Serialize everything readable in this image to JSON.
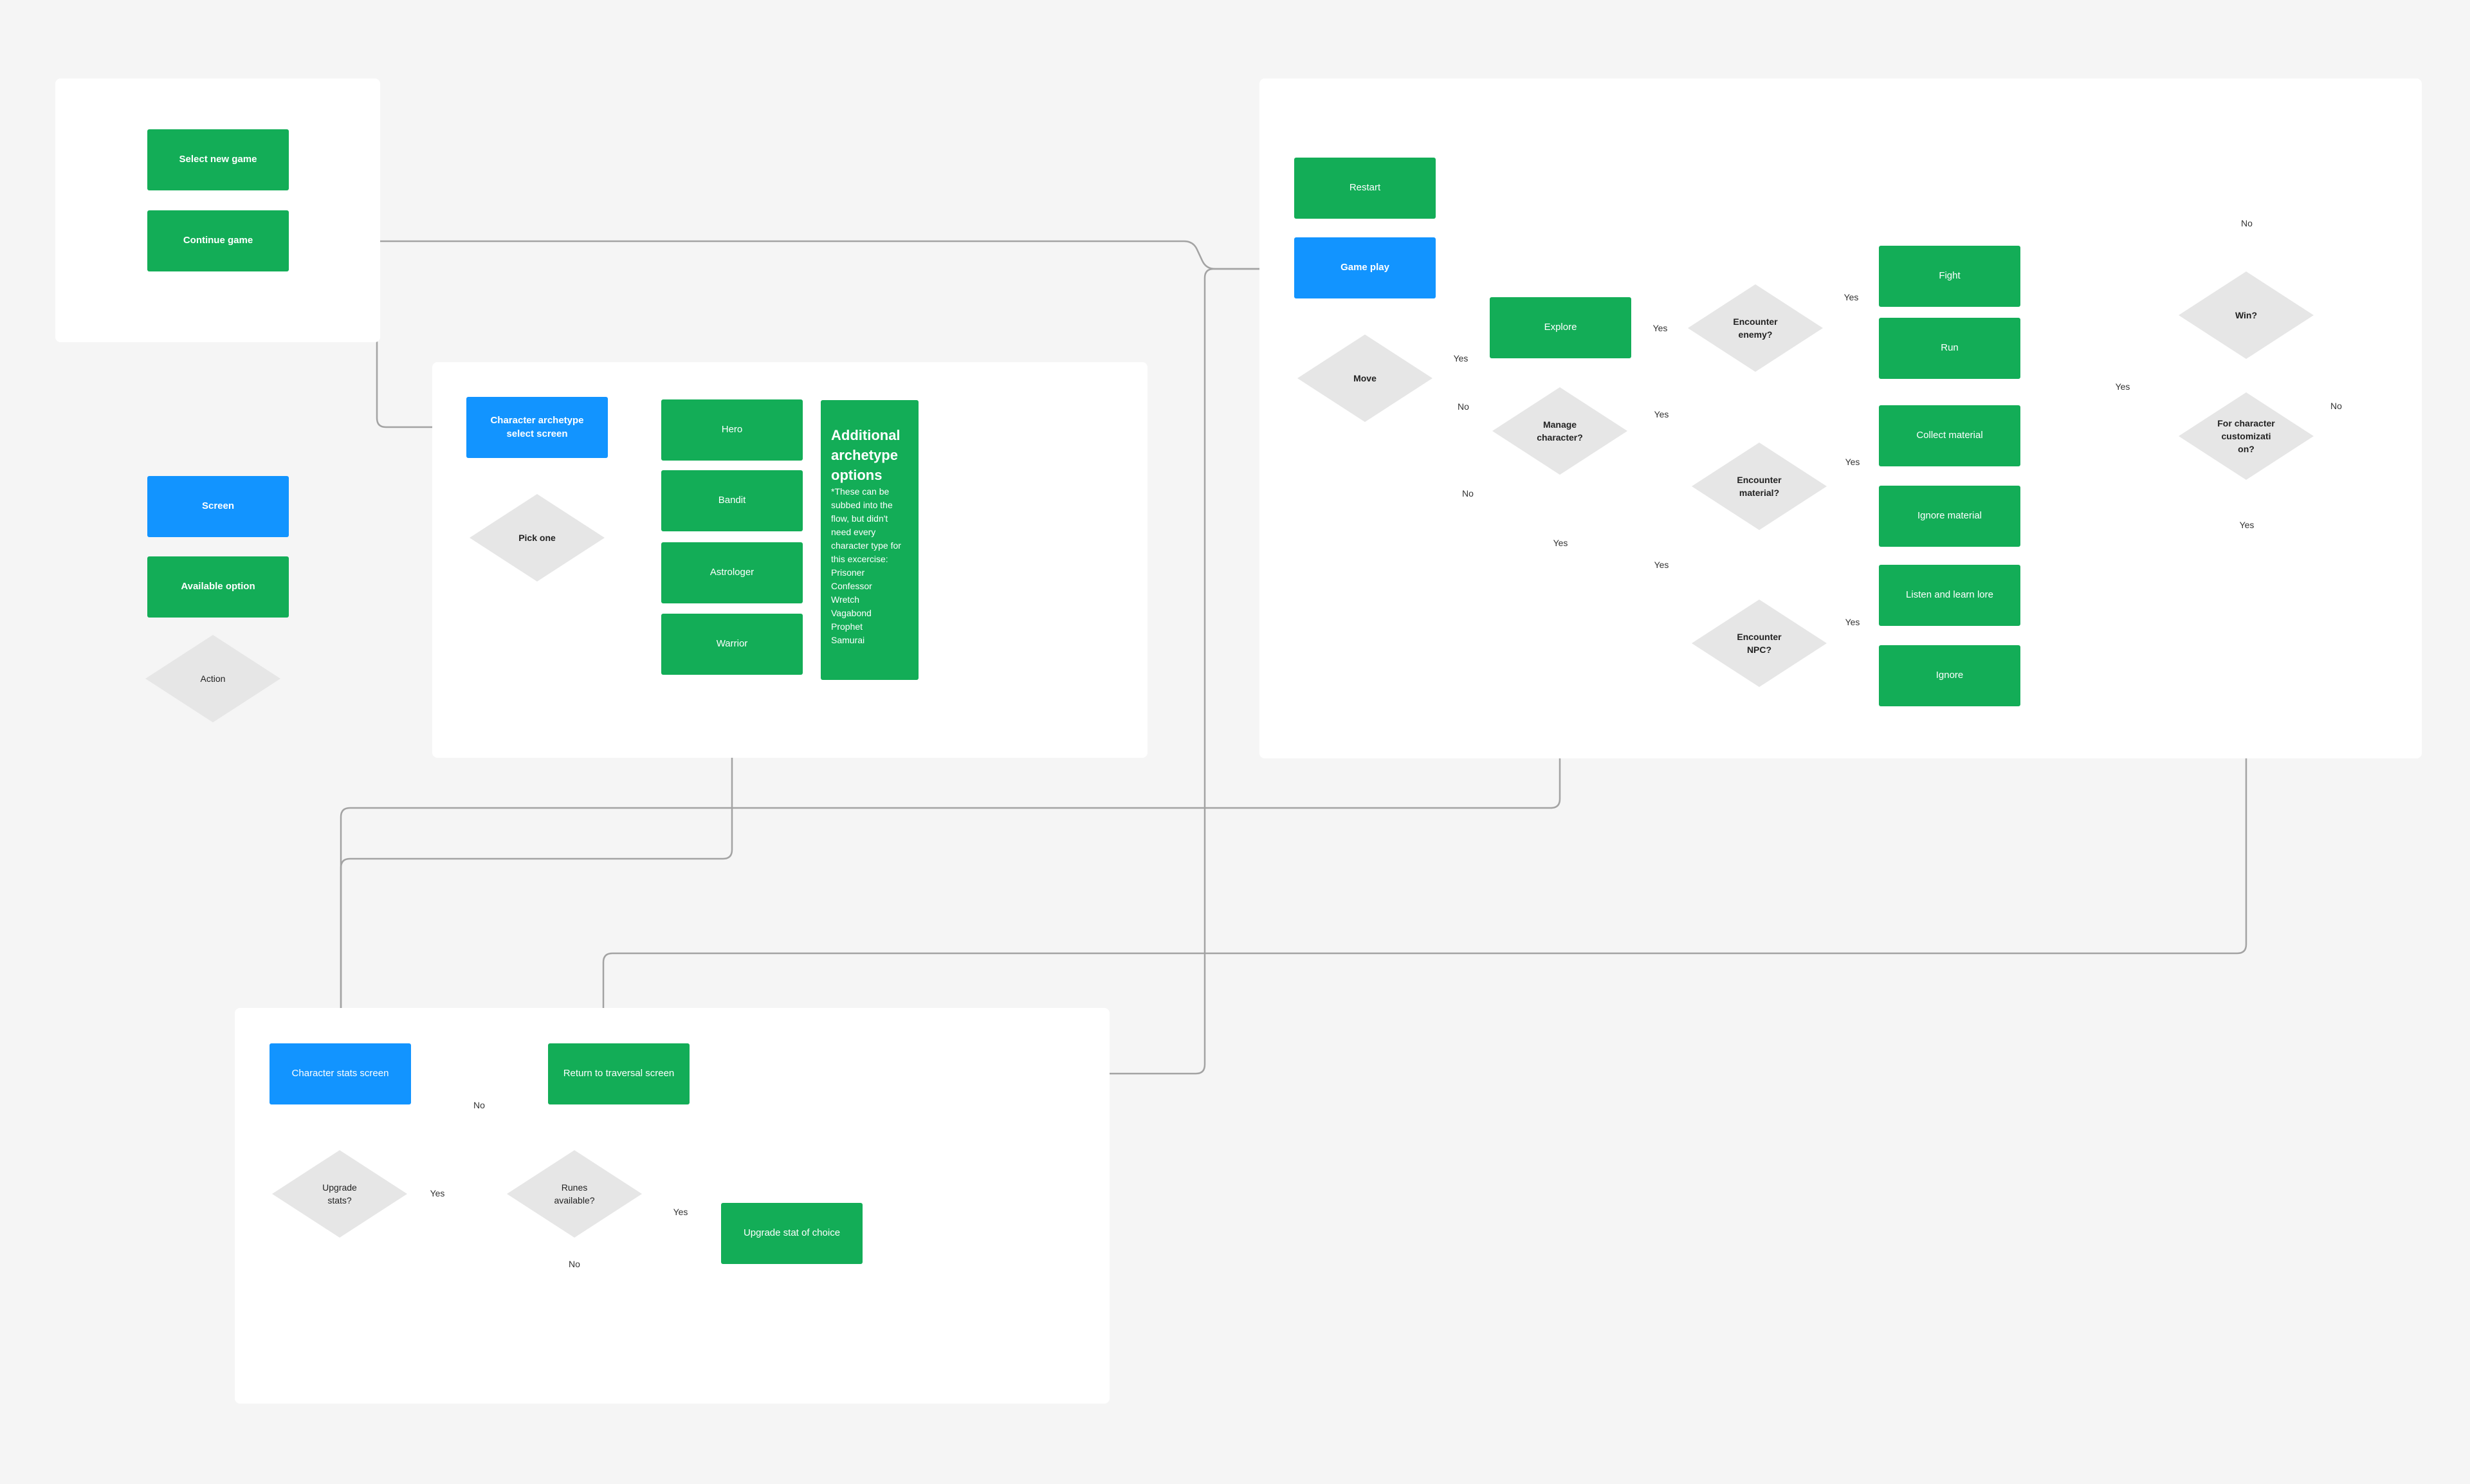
{
  "nodes": {
    "select_new_game": {
      "label": "Select new game",
      "type": "option"
    },
    "continue_game": {
      "label": "Continue game",
      "type": "option"
    },
    "character_archetype_select": {
      "label": "Character archetype select screen",
      "type": "screen"
    },
    "pick_one": {
      "label": "Pick one",
      "type": "action"
    },
    "hero": {
      "label": "Hero",
      "type": "option"
    },
    "bandit": {
      "label": "Bandit",
      "type": "option"
    },
    "astrologer": {
      "label": "Astrologer",
      "type": "option"
    },
    "warrior": {
      "label": "Warrior",
      "type": "option"
    },
    "restart": {
      "label": "Restart",
      "type": "option"
    },
    "game_play": {
      "label": "Game play",
      "type": "screen"
    },
    "move": {
      "label": "Move",
      "type": "action"
    },
    "explore": {
      "label": "Explore",
      "type": "option"
    },
    "manage_character": {
      "label": "Manage character?",
      "type": "action"
    },
    "encounter_enemy": {
      "label": "Encounter enemy?",
      "type": "action"
    },
    "encounter_material": {
      "label": "Encounter material?",
      "type": "action"
    },
    "encounter_npc": {
      "label": "Encounter NPC?",
      "type": "action"
    },
    "fight": {
      "label": "Fight",
      "type": "option"
    },
    "run": {
      "label": "Run",
      "type": "option"
    },
    "collect_material": {
      "label": "Collect material",
      "type": "option"
    },
    "ignore_material": {
      "label": "Ignore material",
      "type": "option"
    },
    "listen_learn_lore": {
      "label": "Listen and learn lore",
      "type": "option"
    },
    "ignore": {
      "label": "Ignore",
      "type": "option"
    },
    "win": {
      "label": "Win?",
      "type": "action"
    },
    "for_customization": {
      "label": "For character customizati on?",
      "type": "action"
    },
    "character_stats": {
      "label": "Character stats screen",
      "type": "screen"
    },
    "return_traversal": {
      "label": "Return to traversal screen",
      "type": "option"
    },
    "upgrade_stats": {
      "label": "Upgrade stats?",
      "type": "action"
    },
    "runes_available": {
      "label": "Runes available?",
      "type": "action"
    },
    "upgrade_stat_choice": {
      "label": "Upgrade stat of choice",
      "type": "option"
    }
  },
  "legend": {
    "screen": "Screen",
    "option": "Available option",
    "action": "Action"
  },
  "note": {
    "title": "Additional archetype options",
    "body": "*These can be subbed into the flow, but didn't need every character type for this excercise:",
    "items": [
      "Prisoner",
      "Confessor",
      "Wretch",
      "Vagabond",
      "Prophet",
      "Samurai"
    ]
  },
  "edge_labels": {
    "move_yes": "Yes",
    "move_no": "No",
    "manage_no": "No",
    "manage_yes": "Yes",
    "explore_yes": "Yes",
    "explore_yes_material": "Yes",
    "explore_yes_npc": "Yes",
    "enemy_yes": "Yes",
    "material_yes": "Yes",
    "npc_yes": "Yes",
    "win_no": "No",
    "win_yes": "Yes",
    "custom_no": "No",
    "custom_yes": "Yes",
    "upgrade_yes": "Yes",
    "upgrade_no": "No",
    "runes_yes": "Yes",
    "runes_no": "No"
  },
  "colors": {
    "screen": "#1294ff",
    "option": "#13ad57",
    "action": "#e6e6e6",
    "connector": "#a3a3a3",
    "panel": "#ffffff",
    "canvas": "#f5f5f5"
  }
}
